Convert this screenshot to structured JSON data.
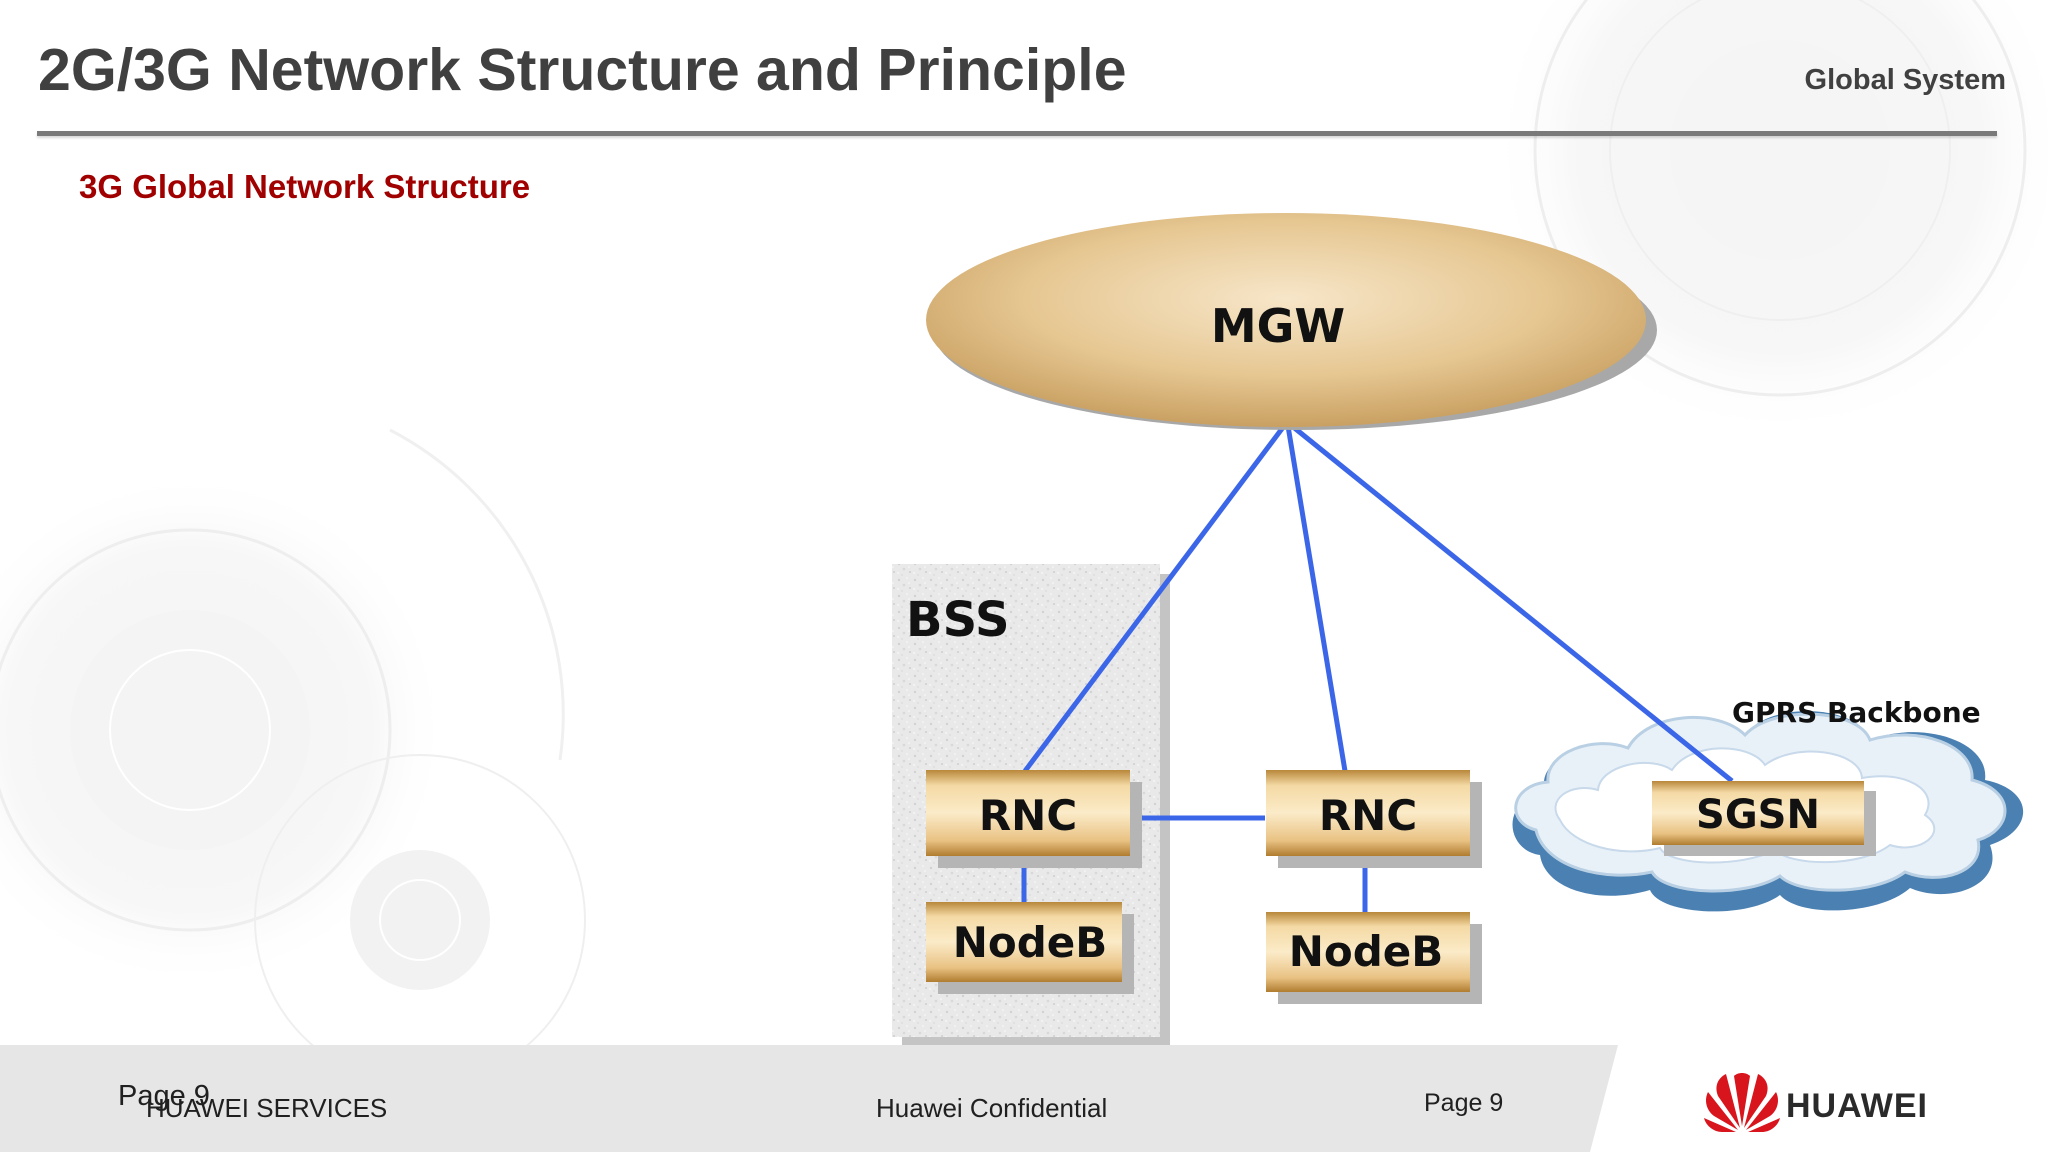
{
  "slide": {
    "title": "2G/3G Network Structure and Principle",
    "brand_line": "Global System",
    "subtitle": "3G Global Network Structure"
  },
  "diagram": {
    "core": {
      "label": "MGW"
    },
    "bss_label": "BSS",
    "cloud_label": "GPRS Backbone",
    "boxes": {
      "rnc_left": "RNC",
      "nodeb_left": "NodeB",
      "rnc_right": "RNC",
      "nodeb_right": "NodeB",
      "sgsn": "SGSN"
    },
    "colors": {
      "link": "#3b66e8",
      "box_gold": "#d7a757",
      "ellipse_gold": "#d9b57d",
      "cloud_blue": "#4d86b8"
    }
  },
  "footer": {
    "page_label_a": "Page 9",
    "services": "HUAWEI SERVICES",
    "confidential": "Huawei Confidential",
    "page_label_b": "Page 9",
    "logo_text": "HUAWEI"
  }
}
